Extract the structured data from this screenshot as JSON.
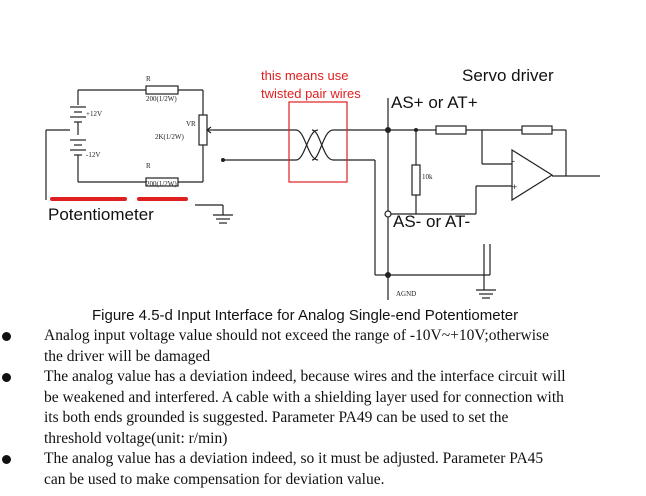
{
  "diagram": {
    "note_line1": "this means use",
    "note_line2": "twisted pair wires",
    "servo_label": "Servo driver",
    "as_plus_label": "AS+ or AT+",
    "as_minus_label": "AS- or AT-",
    "potentiometer_label": "Potentiometer",
    "r_top": "R",
    "r_top_value": "200(1/2W)",
    "vr_label": "VR",
    "vr_value": "2K(1/2W)",
    "r_bottom": "R",
    "r_bottom_value": "200(1/2W)",
    "v_top": "+12V",
    "v_bottom": "-12V",
    "r10k": "10k",
    "agnd": "AGND",
    "colors": {
      "annotation_red": "#e02020",
      "ink": "#222222"
    }
  },
  "caption": "Figure 4.5-d Input Interface for Analog Single-end Potentiometer",
  "bullets": [
    [
      "Analog input voltage value should not exceed the range of -10V~+10V;otherwise",
      "the driver will be damaged"
    ],
    [
      "The analog value has a deviation indeed, because wires and the interface circuit will",
      "be weakened and interfered. A cable with a shielding layer used for connection with",
      "its both ends grounded is suggested. Parameter PA49 can be used to set the",
      "threshold voltage(unit: r/min)"
    ],
    [
      "The analog value has a deviation indeed, so it must be adjusted. Parameter PA45",
      "can be used to make compensation for deviation value."
    ]
  ]
}
